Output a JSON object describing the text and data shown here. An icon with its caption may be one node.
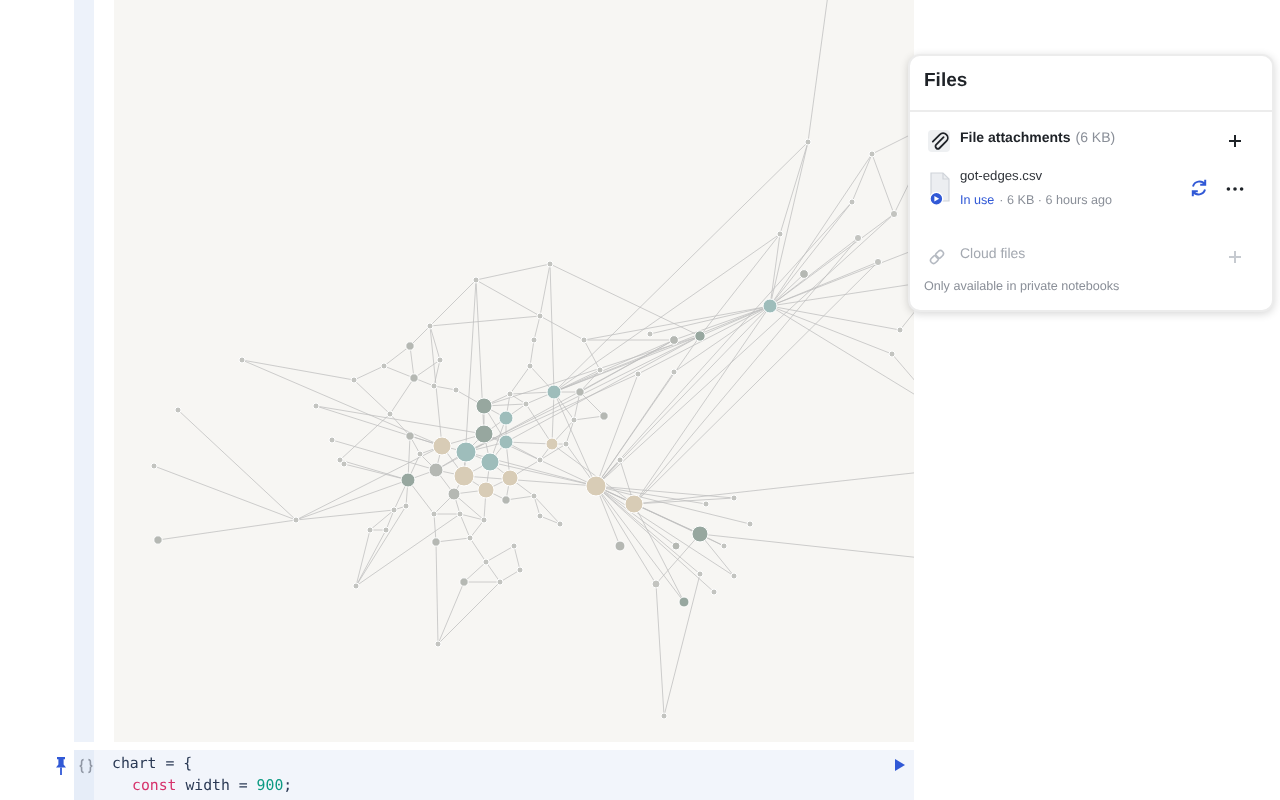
{
  "diagram": {
    "labels": [
      "Files",
      "File attachments",
      "(6 KB)",
      "got-edges.csv",
      "In use",
      "· 6 KB · 6 hours ago",
      "Cloud files",
      "Only available in private notebooks",
      "chart = {",
      "const width = 900;"
    ]
  }
}
